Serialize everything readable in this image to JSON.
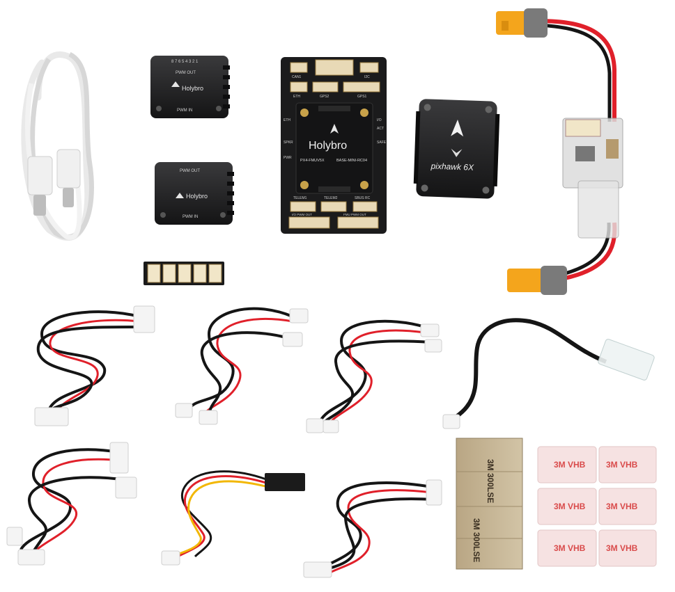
{
  "pwm_module": {
    "top_label": "PWM OUT",
    "bottom_label": "PWM IN",
    "brand": "Holybro",
    "pin_numbers": "8 7 6 5 4 3 2 1"
  },
  "baseboard": {
    "brand": "Holybro",
    "model_left": "PX4-FMUV5X",
    "model_right": "BASE-MINI-RC04",
    "ports": [
      "CAN1",
      "I2C",
      "ETH",
      "GPS2",
      "GPS1",
      "TELEM1",
      "TELEM2",
      "SBUS RC",
      "I/O PWM OUT",
      "FMU PWM OUT"
    ],
    "side_labels": [
      "ETH",
      "I/O",
      "SPKR",
      "ACT",
      "SAFE",
      "PWR"
    ]
  },
  "flight_controller": {
    "name": "pixhawk 6X"
  },
  "foam_tape": {
    "label": "3M 300LSE"
  },
  "vhb_pads": {
    "label": "3M VHB"
  },
  "colors": {
    "cable_red": "#e0202a",
    "cable_black": "#151515",
    "cable_yellow": "#f2b705",
    "board_black": "#1d1d1f",
    "connector_orange": "#f4a51c",
    "usb_white": "#eeeeee",
    "foam_tan": "#c8b89a",
    "pad_pink": "#f6e2e2"
  }
}
